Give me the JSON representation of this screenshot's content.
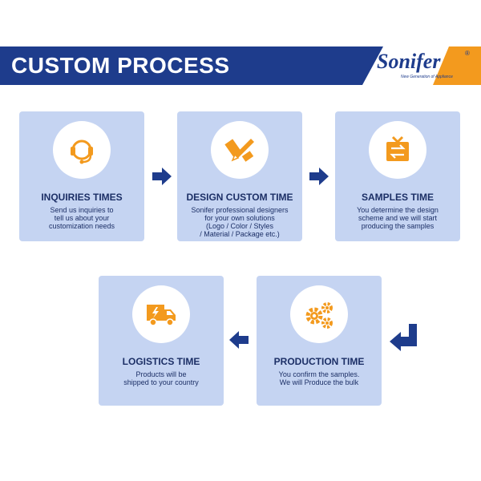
{
  "header": {
    "title": "CUSTOM PROCESS",
    "logo_text": "Sonifer",
    "logo_reg": "®",
    "logo_tagline": "New Generation of Appliance"
  },
  "colors": {
    "banner": "#1e3c8c",
    "accent": "#f39a1e",
    "card": "#c5d4f2",
    "text": "#1c2f66"
  },
  "steps": [
    {
      "icon": "headset-icon",
      "title": "INQUIRIES TIMES",
      "desc": [
        "Send us inquiries to",
        "tell us about your",
        "customization needs"
      ]
    },
    {
      "icon": "pencil-icon",
      "title": "DESIGN CUSTOM TIME",
      "desc": [
        "Sonifer professional designers",
        "for your own solutions",
        "(Logo / Color / Styles",
        "/ Material / Package etc.)"
      ]
    },
    {
      "icon": "exchange-icon",
      "title": "SAMPLES TIME",
      "desc": [
        "You determine the design",
        "scheme and we will start",
        "producing the samples"
      ]
    },
    {
      "icon": "gears-icon",
      "title": "PRODUCTION TIME",
      "desc": [
        "You confirm the samples.",
        "We will Produce the bulk"
      ]
    },
    {
      "icon": "truck-icon",
      "title": "LOGISTICS TIME",
      "desc": [
        "Products will be",
        "shipped to your country"
      ]
    }
  ]
}
